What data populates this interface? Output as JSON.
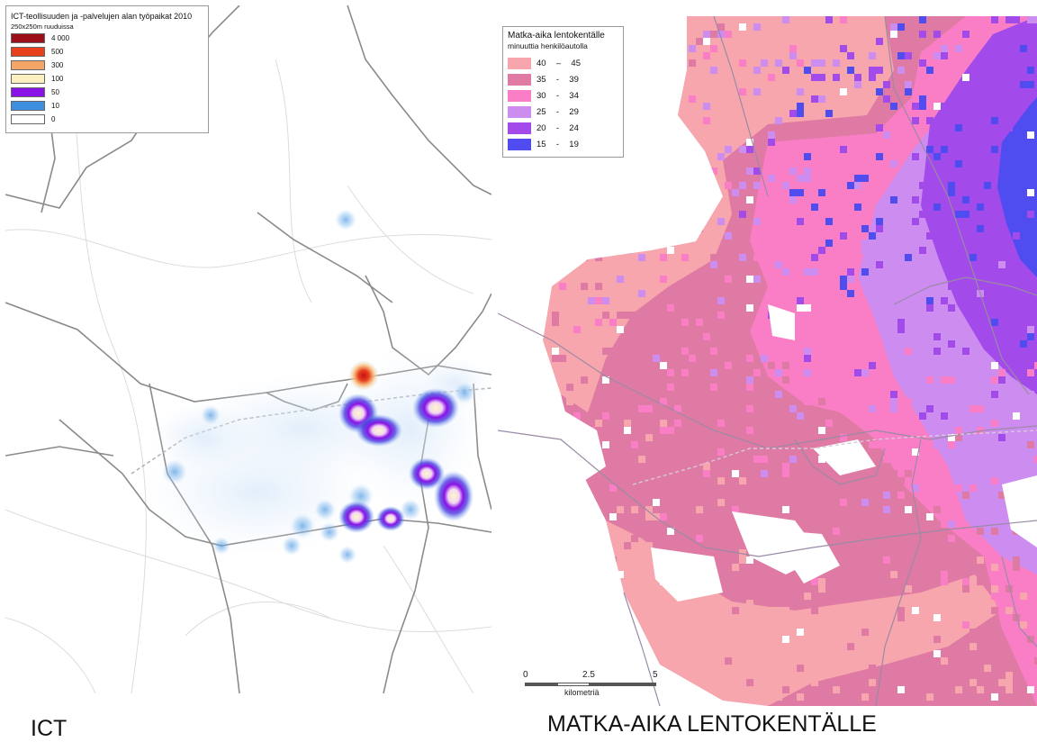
{
  "left_map": {
    "legend": {
      "title": "ICT-teollisuuden ja -palvelujen alan työpaikat 2010",
      "subtitle": "250x250m ruuduissa",
      "classes": [
        {
          "label": "4 000",
          "color": "#9e0f1c"
        },
        {
          "label": "500",
          "color": "#e8401c"
        },
        {
          "label": "300",
          "color": "#f4a668"
        },
        {
          "label": "100",
          "color": "#fdf0c0"
        },
        {
          "label": "50",
          "color": "#8a12e6"
        },
        {
          "label": "10",
          "color": "#3f8fe0"
        },
        {
          "label": "0",
          "color": "#ffffff"
        }
      ]
    },
    "caption": "ICT"
  },
  "right_map": {
    "legend": {
      "title": "Matka-aika lentokentälle",
      "subtitle": "minuuttia henkilöautolla",
      "classes": [
        {
          "label": "40  –  45",
          "color": "#f7a6ad"
        },
        {
          "label": "35  -  39",
          "color": "#df7aa4"
        },
        {
          "label": "30  -  34",
          "color": "#f97ec5"
        },
        {
          "label": "25  -  29",
          "color": "#cd8cf0"
        },
        {
          "label": "20  -  24",
          "color": "#a24aea"
        },
        {
          "label": "15  -  19",
          "color": "#4f4cf0"
        }
      ]
    },
    "scalebar": {
      "ticks": [
        "0",
        "2.5",
        "5"
      ],
      "unit": "kilometriä"
    },
    "caption": "MATKA-AIKA LENTOKENTÄLLE"
  }
}
